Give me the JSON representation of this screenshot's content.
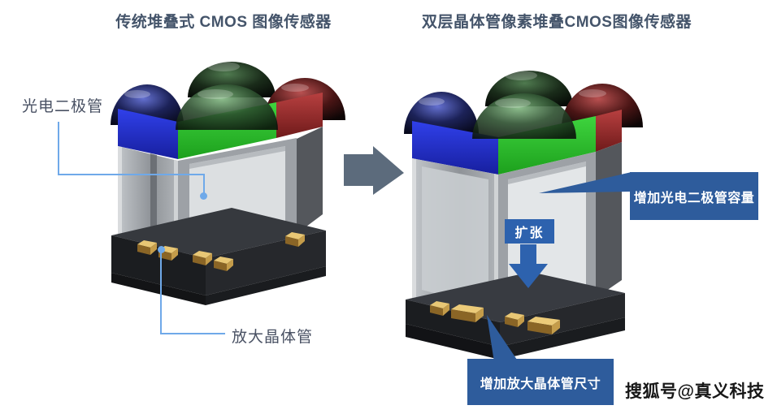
{
  "titles": {
    "left": "传统堆叠式 CMOS 图像传感器",
    "right": "双层晶体管像素堆叠CMOS图像传感器"
  },
  "left_sensor": {
    "name": "传统堆叠式 CMOS 图像传感器",
    "labels": {
      "photodiode": "光电二极管",
      "amplifier_transistor": "放大晶体管"
    }
  },
  "right_sensor": {
    "name": "双层晶体管像素堆叠CMOS图像传感器",
    "callouts": {
      "increase_photodiode": "增加光电二极管容量",
      "expand": "扩张",
      "increase_amplifier": "增加放大晶体管尺寸"
    }
  },
  "watermark": "搜狐号@真义科技",
  "colors": {
    "background": "#FFFFFF",
    "title_text": "#44546A",
    "label_text": "#4A5264",
    "leader_line_blue": "#6FA9E9",
    "callout_blue": "#2E5C9C",
    "expand_blue": "#2D62AE",
    "transform_arrow_gray": "#5C6B7C",
    "filter_blue": "#2230D8",
    "filter_green": "#2EBE2E",
    "filter_red": "#A93030",
    "photodiode_gray": "#9DA1A6",
    "base_dark": "#1D1F23",
    "gold_transistor": "#D2A855",
    "watermark_text": "#171717"
  },
  "icons": {
    "transform_arrow": "right-arrow",
    "expand_arrow": "down-arrow"
  }
}
